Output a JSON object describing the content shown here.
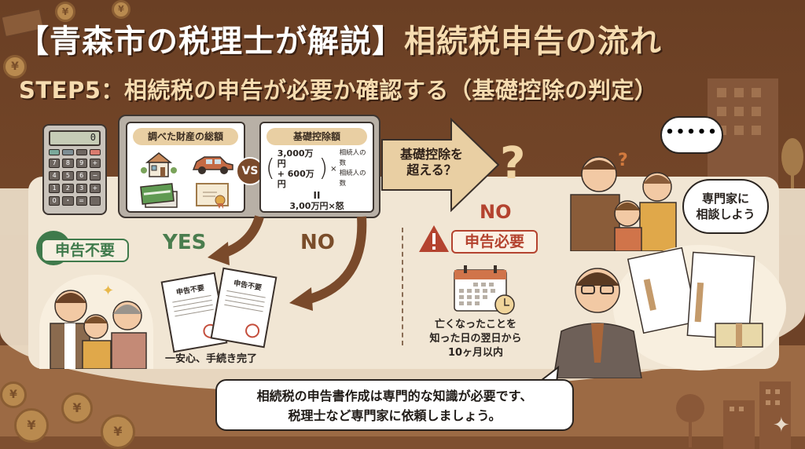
{
  "header": {
    "title_bracket": "【青森市の税理士が解説】",
    "title_main": "相続税申告の流れ",
    "subtitle": "STEP5：相続税の申告が必要か確認する（基礎控除の判定）"
  },
  "calculator": {
    "display": "0",
    "rows": [
      [
        "",
        "",
        "",
        ""
      ],
      [
        "7",
        "8",
        "9",
        "+"
      ],
      [
        "4",
        "5",
        "6",
        "−"
      ],
      [
        "1",
        "2",
        "3",
        "+"
      ],
      [
        "0",
        "・",
        "=",
        ""
      ]
    ]
  },
  "comparison": {
    "left_label": "調べた財産の総額",
    "left_icons": [
      "house-icon",
      "car-icon",
      "bankbook-icon",
      "certificate-icon"
    ],
    "vs_label": "VS",
    "right_label": "基礎控除額",
    "formula_amount_1": "3,000万円",
    "formula_amount_2": "+ 600万円",
    "formula_multiplier": "×",
    "formula_heirs_1": "相続人の数",
    "formula_heirs_2": "相続人の数",
    "formula_equals": "II",
    "formula_result": "3,00万円×怒"
  },
  "decision": {
    "arrow_text_line1": "基礎控除を",
    "arrow_text_line2": "超える？",
    "question_mark": "?"
  },
  "yes_branch": {
    "badge": "申告不要",
    "label": "YES",
    "doc_title": "申告不要",
    "doc_title_2": "申告不要",
    "caption": "一安心、手続き完了"
  },
  "no_branch": {
    "label": "NO",
    "label_top": "NO",
    "badge": "申告必要",
    "deadline_line1": "亡くなったことを",
    "deadline_line2": "知った日の翌日から",
    "deadline_line3": "10ヶ月以内"
  },
  "consult": {
    "thought": "•••••",
    "question": "?",
    "bubble_line1": "専門家に",
    "bubble_line2": "相談しよう"
  },
  "footer_speech": {
    "line1": "相続税の申告書作成は専門的な知識が必要です、",
    "line2": "税理士など専門家に依頼しましょう。"
  },
  "colors": {
    "brown_dark": "#6e4227",
    "cream": "#f1e6d4",
    "title_cream": "#f6dcb0",
    "green": "#4a7d4e",
    "red": "#b4432f",
    "brown_arrow": "#7a4a2b"
  }
}
